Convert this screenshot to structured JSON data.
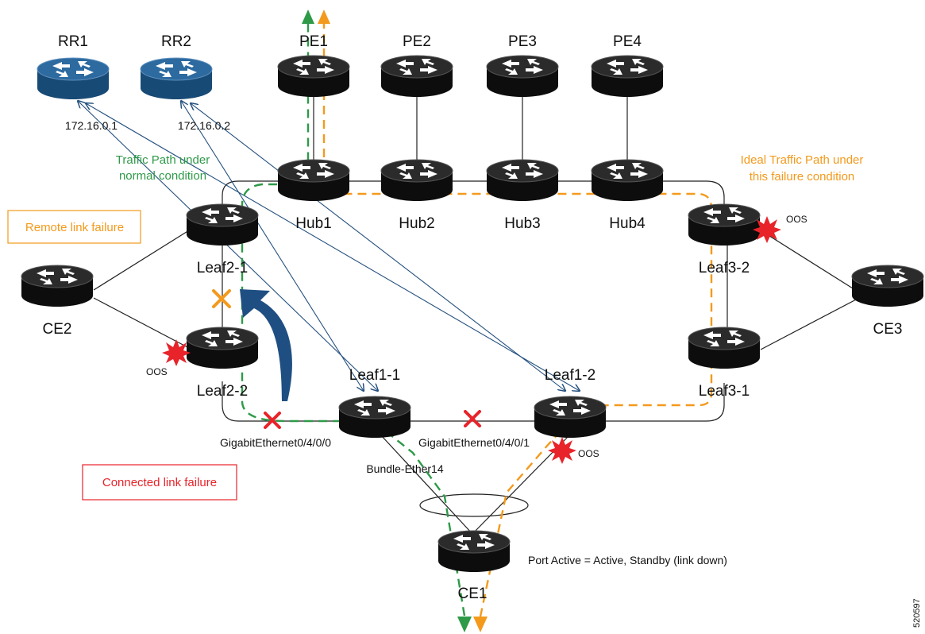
{
  "colors": {
    "green": "#2e9a48",
    "orange": "#f39a1c",
    "blue": "#24507e",
    "red": "#e8232a",
    "router_black": "#111111",
    "reflector_blue": "#1f5788"
  },
  "icons": {
    "router": "router-icon",
    "route_reflector": "route-reflector-icon",
    "failure": "failure-x-icon",
    "out_of_service": "oos-burst-icon"
  },
  "nodes": {
    "rr1": "RR1",
    "rr2": "RR2",
    "pe1": "PE1",
    "pe2": "PE2",
    "pe3": "PE3",
    "pe4": "PE4",
    "hub1": "Hub1",
    "hub2": "Hub2",
    "hub3": "Hub3",
    "hub4": "Hub4",
    "leaf2_1": "Leaf2-1",
    "leaf2_2": "Leaf2-2",
    "leaf1_1": "Leaf1-1",
    "leaf1_2": "Leaf1-2",
    "leaf3_1": "Leaf3-1",
    "leaf3_2": "Leaf3-2",
    "ce1": "CE1",
    "ce2": "CE2",
    "ce3": "CE3"
  },
  "addresses": {
    "rr1_ip": "172.16.0.1",
    "rr2_ip": "172.16.0.2"
  },
  "annotations": {
    "normal_path_line1": "Traffic Path under",
    "normal_path_line2": "normal condition",
    "ideal_path_line1": "Ideal Traffic Path under",
    "ideal_path_line2": "this failure condition",
    "remote_failure": "Remote link failure",
    "connected_failure": "Connected link failure",
    "oos": "OOS",
    "interface_left": "GigabitEthernet0/4/0/0",
    "interface_right": "GigabitEthernet0/4/0/1",
    "bundle": "Bundle-Ether14",
    "port_active": "Port Active = Active, Standby (link down)",
    "figure_id": "520597"
  }
}
